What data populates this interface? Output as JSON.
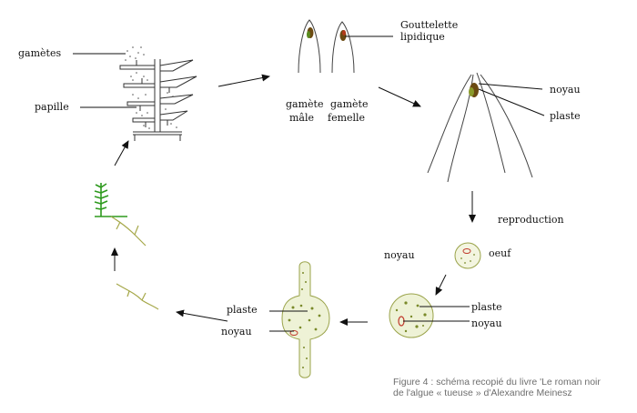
{
  "labels": {
    "gametes": "gamètes",
    "papille": "papille",
    "gouttelette_line1": "Gouttelette",
    "gouttelette_line2": "lipidique",
    "gamete_male_line1": "gamète",
    "gamete_male_line2": "mâle",
    "gamete_femelle_line1": "gamète",
    "gamete_femelle_line2": "femelle",
    "noyau_zygote": "noyau",
    "plaste_zygote": "plaste",
    "reproduction": "reproduction",
    "noyau_oeuf": "noyau",
    "oeuf": "oeuf",
    "plaste_cell": "plaste",
    "noyau_cell": "noyau",
    "plaste_germ": "plaste",
    "noyau_germ": "noyau"
  },
  "caption": {
    "line1": "Figure 4 : schéma recopié du livre 'Le roman noir",
    "line2": "de l'algue « tueuse » d'Alexandre Meinesz"
  },
  "colors": {
    "ink": "#111111",
    "gamete_brown": "#6b4a12",
    "gamete_green": "#5a8a1e",
    "thallus_green": "#2e9a1e",
    "cell_fill": "#eef2d6",
    "cell_stroke": "#9aa34a",
    "grain": "#7a8a2a",
    "nucleus_red": "#c0392b",
    "caption": "#6e6e6e"
  }
}
